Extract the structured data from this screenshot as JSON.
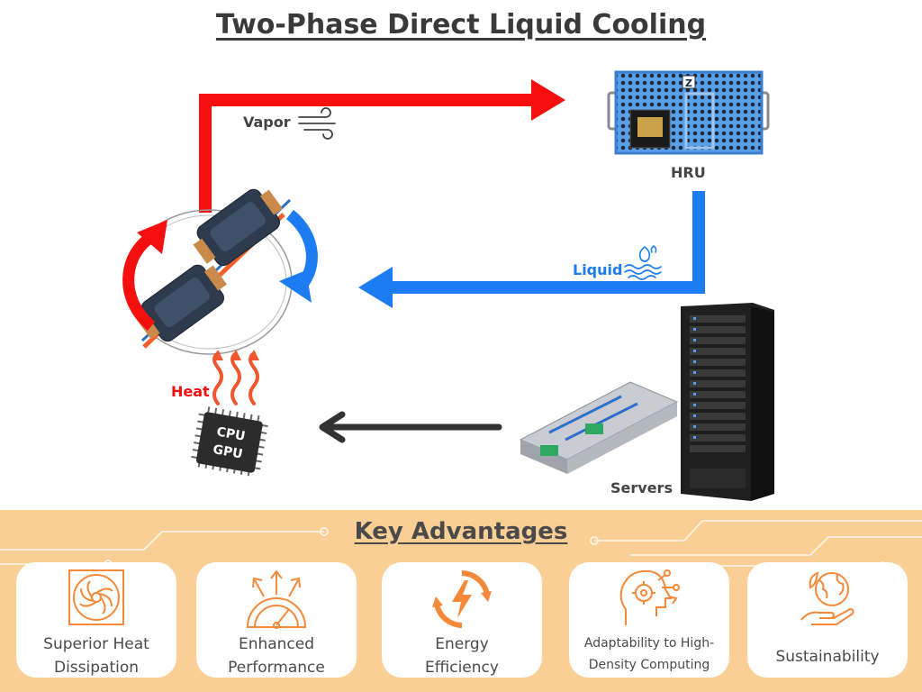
{
  "title": "Two-Phase Direct Liquid Cooling",
  "diagram": {
    "vapor_label": "Vapor",
    "liquid_label": "Liquid",
    "hru_label": "HRU",
    "heat_label": "Heat",
    "servers_label": "Servers",
    "chip_line1": "CPU",
    "chip_line2": "GPU",
    "hru_logo": "Z",
    "colors": {
      "vapor": "#f50f0f",
      "liquid": "#1d7cf2",
      "flow": "#333333"
    }
  },
  "advantages": {
    "title": "Key Advantages",
    "accent": "#f5893a",
    "items": [
      {
        "line1": "Superior Heat",
        "line2": "Dissipation",
        "icon": "fan-icon"
      },
      {
        "line1": "Enhanced",
        "line2": "Performance",
        "icon": "gauge-icon"
      },
      {
        "line1": "Energy",
        "line2": "Efficiency",
        "icon": "energy-cycle-icon"
      },
      {
        "line1": "Adaptability to High-",
        "line2": "Density Computing",
        "icon": "brain-gear-icon"
      },
      {
        "line1": "Sustainability",
        "icon": "globe-hand-icon"
      }
    ]
  }
}
